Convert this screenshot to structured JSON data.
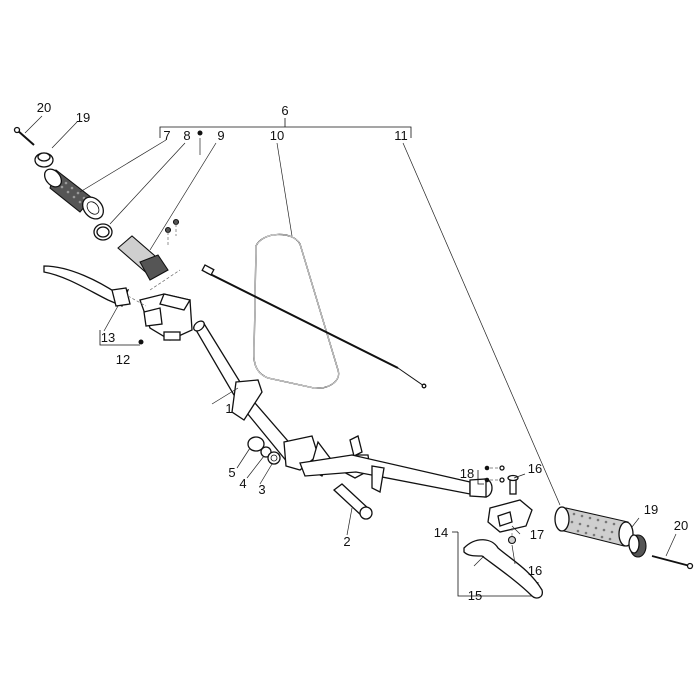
{
  "callouts": {
    "c1": "1",
    "c2": "2",
    "c3": "3",
    "c4": "4",
    "c5": "5",
    "c6": "6",
    "c7": "7",
    "c8": "8",
    "c9": "9",
    "c10": "10",
    "c11": "11",
    "c12": "12",
    "c13": "13",
    "c14": "14",
    "c15": "15",
    "c16a": "16",
    "c16b": "16",
    "c17": "17",
    "c18": "18",
    "c19a": "19",
    "c19b": "19",
    "c20a": "20",
    "c20b": "20"
  },
  "colors": {
    "line": "#111111",
    "fill_dark": "#555555",
    "fill_light": "#cfcfcf"
  }
}
